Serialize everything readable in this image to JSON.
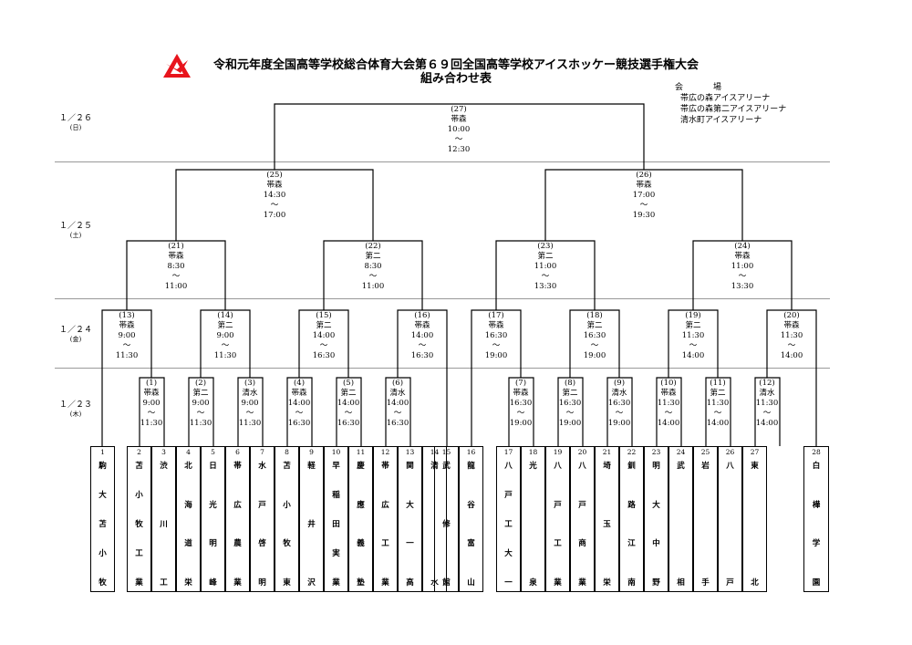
{
  "title_line1": "令和元年度全国高等学校総合体育大会第６９回全国高等学校アイスホッケー競技選手権大会",
  "title_line2": "組み合わせ表",
  "venue": {
    "heading": "会　場",
    "lines": [
      "帯広の森アイスアリーナ",
      "帯広の森第二アイスアリーナ",
      "清水町アイスアリーナ"
    ]
  },
  "days": [
    {
      "date": "１／２６",
      "dow": "(日)"
    },
    {
      "date": "１／２５",
      "dow": "(土)"
    },
    {
      "date": "１／２４",
      "dow": "(金)"
    },
    {
      "date": "１／２３",
      "dow": "(木)"
    }
  ],
  "matches": [
    {
      "no": "(1)",
      "venue": "帯森",
      "start": "9:00",
      "sep": "～",
      "end": "11:30"
    },
    {
      "no": "(2)",
      "venue": "第二",
      "start": "9:00",
      "sep": "～",
      "end": "11:30"
    },
    {
      "no": "(3)",
      "venue": "清水",
      "start": "9:00",
      "sep": "～",
      "end": "11:30"
    },
    {
      "no": "(4)",
      "venue": "帯森",
      "start": "14:00",
      "sep": "～",
      "end": "16:30"
    },
    {
      "no": "(5)",
      "venue": "第二",
      "start": "14:00",
      "sep": "～",
      "end": "16:30"
    },
    {
      "no": "(6)",
      "venue": "清水",
      "start": "14:00",
      "sep": "～",
      "end": "16:30"
    },
    {
      "no": "(7)",
      "venue": "帯森",
      "start": "16:30",
      "sep": "～",
      "end": "19:00"
    },
    {
      "no": "(8)",
      "venue": "第二",
      "start": "16:30",
      "sep": "～",
      "end": "19:00"
    },
    {
      "no": "(9)",
      "venue": "清水",
      "start": "16:30",
      "sep": "～",
      "end": "19:00"
    },
    {
      "no": "(10)",
      "venue": "帯森",
      "start": "11:30",
      "sep": "～",
      "end": "14:00"
    },
    {
      "no": "(11)",
      "venue": "第二",
      "start": "11:30",
      "sep": "～",
      "end": "14:00"
    },
    {
      "no": "(12)",
      "venue": "清水",
      "start": "11:30",
      "sep": "～",
      "end": "14:00"
    },
    {
      "no": "(13)",
      "venue": "帯森",
      "start": "9:00",
      "sep": "～",
      "end": "11:30"
    },
    {
      "no": "(14)",
      "venue": "第二",
      "start": "9:00",
      "sep": "～",
      "end": "11:30"
    },
    {
      "no": "(15)",
      "venue": "第二",
      "start": "14:00",
      "sep": "～",
      "end": "16:30"
    },
    {
      "no": "(16)",
      "venue": "帯森",
      "start": "14:00",
      "sep": "～",
      "end": "16:30"
    },
    {
      "no": "(17)",
      "venue": "帯森",
      "start": "16:30",
      "sep": "～",
      "end": "19:00"
    },
    {
      "no": "(18)",
      "venue": "第二",
      "start": "16:30",
      "sep": "～",
      "end": "19:00"
    },
    {
      "no": "(19)",
      "venue": "第二",
      "start": "11:30",
      "sep": "～",
      "end": "14:00"
    },
    {
      "no": "(20)",
      "venue": "帯森",
      "start": "11:30",
      "sep": "～",
      "end": "14:00"
    },
    {
      "no": "(21)",
      "venue": "帯森",
      "start": "8:30",
      "sep": "～",
      "end": "11:00"
    },
    {
      "no": "(22)",
      "venue": "第二",
      "start": "8:30",
      "sep": "～",
      "end": "11:00"
    },
    {
      "no": "(23)",
      "venue": "第二",
      "start": "11:00",
      "sep": "～",
      "end": "13:30"
    },
    {
      "no": "(24)",
      "venue": "帯森",
      "start": "11:00",
      "sep": "～",
      "end": "13:30"
    },
    {
      "no": "(25)",
      "venue": "帯森",
      "start": "14:30",
      "sep": "～",
      "end": "17:00"
    },
    {
      "no": "(26)",
      "venue": "帯森",
      "start": "17:00",
      "sep": "～",
      "end": "19:30"
    },
    {
      "no": "(27)",
      "venue": "帯森",
      "start": "10:00",
      "sep": "～",
      "end": "12:30"
    }
  ],
  "teams": [
    {
      "no": "1",
      "name": "駒大苫小牧"
    },
    {
      "no": "2",
      "name": "苫小牧工業"
    },
    {
      "no": "3",
      "name": "渋川工"
    },
    {
      "no": "4",
      "name": "北海道栄"
    },
    {
      "no": "5",
      "name": "日光明峰"
    },
    {
      "no": "6",
      "name": "帯広農業"
    },
    {
      "no": "7",
      "name": "水戸啓明"
    },
    {
      "no": "8",
      "name": "苫小牧東"
    },
    {
      "no": "9",
      "name": "軽井沢"
    },
    {
      "no": "10",
      "name": "早稲田実業"
    },
    {
      "no": "11",
      "name": "慶應義塾"
    },
    {
      "no": "12",
      "name": "帯広工業"
    },
    {
      "no": "13",
      "name": "関大一高"
    },
    {
      "no": "14",
      "name": "清水"
    },
    {
      "no": "15",
      "name": "武修館"
    },
    {
      "no": "16",
      "name": "龍谷富山"
    },
    {
      "no": "17",
      "name": "八戸工大一"
    },
    {
      "no": "18",
      "name": "光泉"
    },
    {
      "no": "19",
      "name": "八戸工業"
    },
    {
      "no": "20",
      "name": "八戸商業"
    },
    {
      "no": "21",
      "name": "埼玉栄"
    },
    {
      "no": "22",
      "name": "釧路江南"
    },
    {
      "no": "23",
      "name": "明大中野"
    },
    {
      "no": "24",
      "name": "武相"
    },
    {
      "no": "25",
      "name": "岩手"
    },
    {
      "no": "26",
      "name": "八戸"
    },
    {
      "no": "27",
      "name": "東北"
    },
    {
      "no": "28",
      "name": "白樺学園"
    }
  ],
  "colors": {
    "logo": "#e8141c",
    "rule": "#999999",
    "line": "#000000"
  }
}
